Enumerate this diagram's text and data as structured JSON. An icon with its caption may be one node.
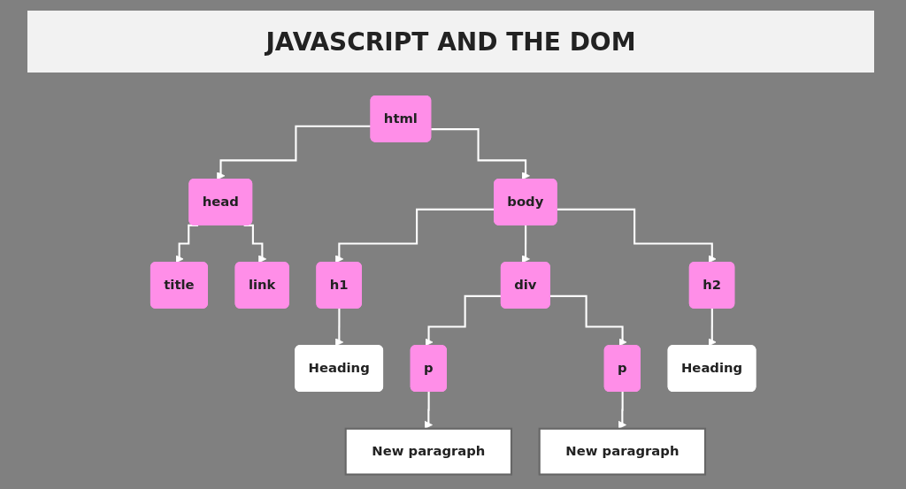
{
  "diagram": {
    "title": "JAVASCRIPT AND THE DOM",
    "nodes": [
      {
        "text": [
          "html"
        ]
      },
      {
        "text": [
          "head"
        ]
      },
      {
        "text": [
          "body"
        ]
      },
      {
        "text": [
          "title"
        ]
      },
      {
        "text": [
          "link"
        ]
      },
      {
        "text": [
          "h1"
        ]
      },
      {
        "text": [
          "div"
        ]
      },
      {
        "text": [
          "h2"
        ]
      },
      {
        "text": [
          "Heading"
        ]
      },
      {
        "text": [
          "p"
        ]
      },
      {
        "text": [
          "p"
        ]
      },
      {
        "text": [
          "Heading"
        ]
      },
      {
        "text": [
          "New paragraph"
        ]
      },
      {
        "text": [
          "New paragraph"
        ]
      }
    ],
    "edges": [
      {
        "from": 0,
        "to": 1,
        "arrow": "to"
      },
      {
        "from": 0,
        "to": 2,
        "arrow": "to"
      },
      {
        "from": 1,
        "to": 3,
        "arrow": "to"
      },
      {
        "from": 1,
        "to": 4,
        "arrow": "to"
      },
      {
        "from": 2,
        "to": 5,
        "arrow": "to"
      },
      {
        "from": 2,
        "to": 6,
        "arrow": "to"
      },
      {
        "from": 2,
        "to": 7,
        "arrow": "to"
      },
      {
        "from": 5,
        "to": 8,
        "arrow": "to"
      },
      {
        "from": 6,
        "to": 9,
        "arrow": "to"
      },
      {
        "from": 6,
        "to": 10,
        "arrow": "to"
      },
      {
        "from": 7,
        "to": 11,
        "arrow": "to"
      },
      {
        "from": 9,
        "to": 12,
        "arrow": "to"
      },
      {
        "from": 10,
        "to": 13,
        "arrow": "to"
      }
    ]
  }
}
